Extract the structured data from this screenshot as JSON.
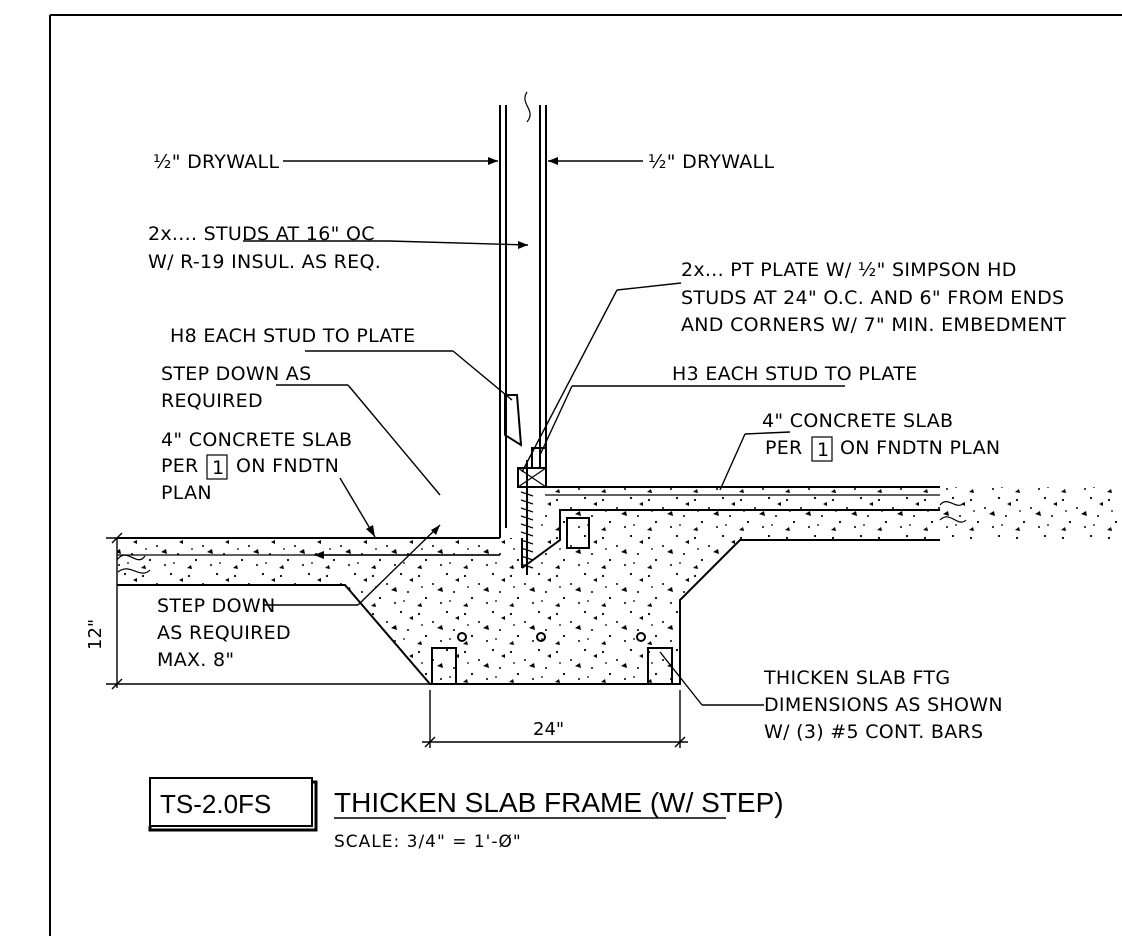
{
  "labels": {
    "drywall_left": "½\" DRYWALL",
    "drywall_right": "½\" DRYWALL",
    "studs_line1": "2x.... STUDS AT 16\" OC",
    "studs_line2": "W/ R-19 INSUL. AS REQ.",
    "plate_line1": "2x... PT PLATE W/ ½\" SIMPSON HD",
    "plate_line2": "STUDS AT 24\" O.C. AND 6\" FROM ENDS",
    "plate_line3": "AND CORNERS W/ 7\" MIN. EMBEDMENT",
    "h8": "H8 EACH STUD TO PLATE",
    "h3": "H3 EACH STUD TO PLATE",
    "stepdown_top_line1": "STEP DOWN AS",
    "stepdown_top_line2": "REQUIRED",
    "slab_left_line1": "4\" CONCRETE SLAB",
    "slab_left_line2_pre": "PER",
    "slab_left_box": "1",
    "slab_left_line2_post": "ON FNDTN",
    "slab_left_line3": "PLAN",
    "slab_right_line1": "4\" CONCRETE SLAB",
    "slab_right_line2_pre": "PER",
    "slab_right_box": "1",
    "slab_right_line2_post": "ON FNDTN PLAN",
    "stepdown_low_line1": "STEP DOWN",
    "stepdown_low_line2": "AS REQUIRED",
    "stepdown_low_line3": "MAX. 8\"",
    "ftg_line1": "THICKEN SLAB FTG",
    "ftg_line2": "DIMENSIONS AS SHOWN",
    "ftg_line3": "W/ (3) #5 CONT. BARS"
  },
  "dimensions": {
    "height": "12\"",
    "width": "24\""
  },
  "title_block": {
    "code": "TS-2.0FS",
    "title": "THICKEN SLAB FRAME (W/ STEP)",
    "scale": "SCALE: 3/4\" = 1'-Ø\""
  }
}
